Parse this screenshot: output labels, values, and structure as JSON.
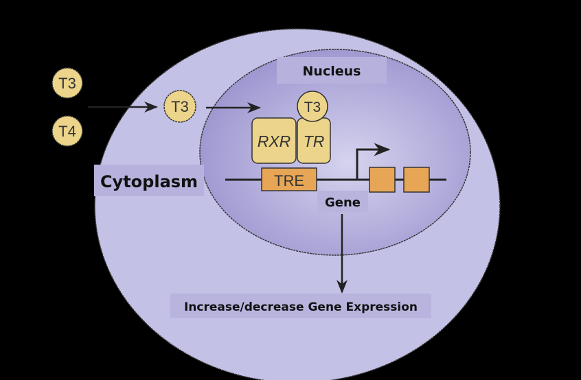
{
  "labels": {
    "nucleus": "Nucleus",
    "cytoplasm": "Cytoplasm",
    "gene": "Gene",
    "outcome": "Increase/decrease Gene Expression"
  },
  "molecules": {
    "t3_outside": "T3",
    "t4_outside": "T4",
    "t3_cytoplasm": "T3",
    "t3_bound": "T3",
    "rxr": "RXR",
    "tr": "TR",
    "tre": "TRE"
  },
  "colors": {
    "background": "#000000",
    "cell": "#c2c0e4",
    "nucleus": "#a9a3d6",
    "hormone": "#ecd48a",
    "dna_element": "#e6a655",
    "label_box": "#b4b0dc"
  }
}
